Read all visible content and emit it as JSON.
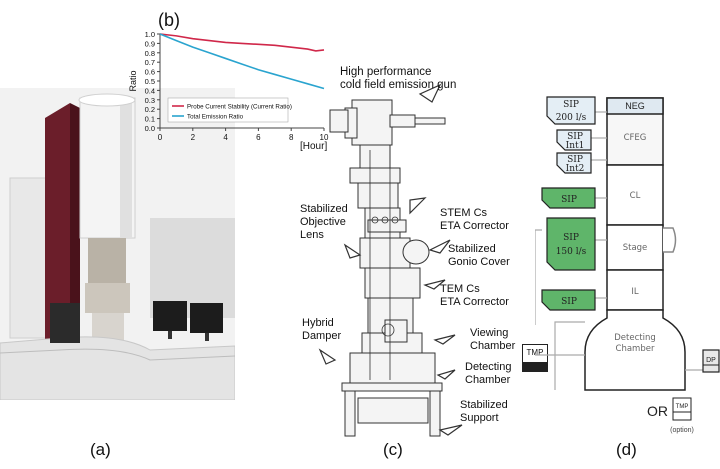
{
  "panels": {
    "a": "(a)",
    "b": "(b)",
    "c": "(c)",
    "d": "(d)"
  },
  "chart_data": {
    "type": "line",
    "xlabel": "[Hour]",
    "ylabel": "Ratio",
    "xlim": [
      0,
      10
    ],
    "ylim": [
      0,
      1.0
    ],
    "x_ticks": [
      "0",
      "2",
      "4",
      "6",
      "8",
      "10"
    ],
    "y_ticks": [
      "0.0",
      "0.1",
      "0.2",
      "0.3",
      "0.4",
      "0.5",
      "0.6",
      "0.7",
      "0.8",
      "0.9",
      "1.0"
    ],
    "grid": false,
    "legend_position": "bottom-left",
    "series": [
      {
        "name": "Probe Current Stability (Current Ratio)",
        "color": "#d0284a",
        "x": [
          0,
          1,
          2,
          3,
          4,
          5,
          6,
          7,
          8,
          9,
          9.5,
          10
        ],
        "y": [
          1.0,
          0.98,
          0.95,
          0.93,
          0.91,
          0.9,
          0.89,
          0.88,
          0.86,
          0.84,
          0.82,
          0.83
        ]
      },
      {
        "name": "Total Emission Ratio",
        "color": "#2aa4cf",
        "x": [
          0,
          1,
          2,
          3,
          4,
          5,
          6,
          7,
          8,
          9,
          10
        ],
        "y": [
          1.0,
          0.93,
          0.86,
          0.8,
          0.74,
          0.68,
          0.62,
          0.57,
          0.52,
          0.47,
          0.42
        ]
      }
    ]
  },
  "panel_c": {
    "gun": "High performance\ncold field emission gun",
    "stem_cs": "STEM Cs\nETA Corrector",
    "objective": "Stabilized\nObjective\nLens",
    "gonio": "Stabilized\nGonio Cover",
    "tem_cs": "TEM Cs\nETA Corrector",
    "damper": "Hybrid\nDamper",
    "viewing": "Viewing\nChamber",
    "detecting": "Detecting\nChamber",
    "support": "Stabilized\nSupport",
    "tmp": "TMP"
  },
  "panel_d": {
    "sip_200_a": "SIP",
    "sip_200_b": "200 l/s",
    "neg": "NEG",
    "cfeg": "CFEG",
    "sip_int1_a": "SIP",
    "sip_int1_b": "Int1",
    "sip_int2_a": "SIP",
    "sip_int2_b": "Int2",
    "cl": "CL",
    "sip_cl": "SIP",
    "sip_150_a": "SIP",
    "sip_150_b": "150 l/s",
    "stage": "Stage",
    "sip_il": "SIP",
    "il": "IL",
    "detect_a": "Detecting",
    "detect_b": "Chamber",
    "dp": "DP",
    "or": "OR",
    "tmp": "TMP",
    "option": "(option)"
  }
}
